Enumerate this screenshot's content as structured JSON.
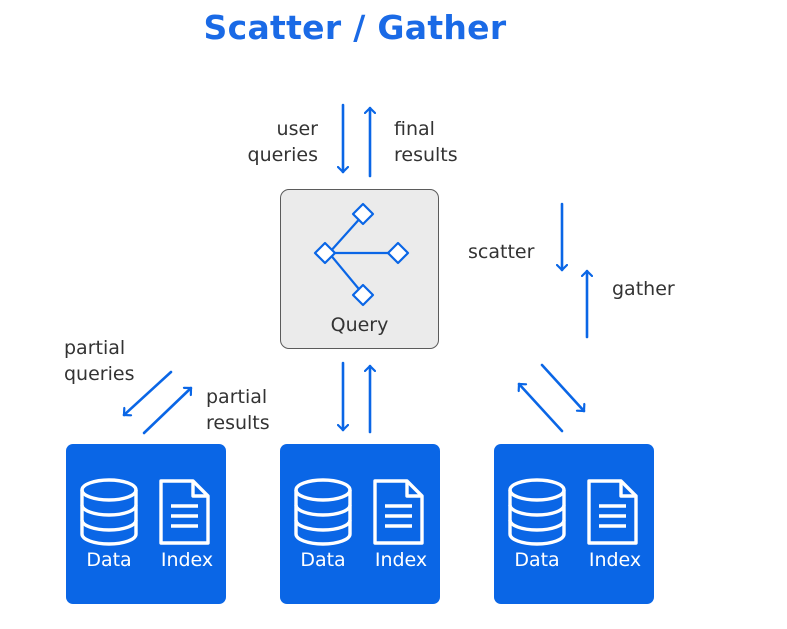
{
  "title": "Scatter / Gather",
  "labels": {
    "user_queries": [
      "user",
      "queries"
    ],
    "final_results": [
      "final",
      "results"
    ],
    "scatter": "scatter",
    "gather": "gather",
    "partial_queries": [
      "partial",
      "queries"
    ],
    "partial_results": [
      "partial",
      "results"
    ]
  },
  "query_node": {
    "label": "Query",
    "icon": "branching-diamonds-icon"
  },
  "data_nodes": [
    {
      "data_label": "Data",
      "index_label": "Index"
    },
    {
      "data_label": "Data",
      "index_label": "Index"
    },
    {
      "data_label": "Data",
      "index_label": "Index"
    }
  ],
  "icons": {
    "data": "database-icon",
    "index": "document-icon"
  },
  "colors": {
    "accent": "#0a66e6",
    "title": "#1a6ae6",
    "text": "#333333",
    "query_fill": "#ebebeb",
    "query_border": "#5b5b5b",
    "white": "#ffffff"
  }
}
